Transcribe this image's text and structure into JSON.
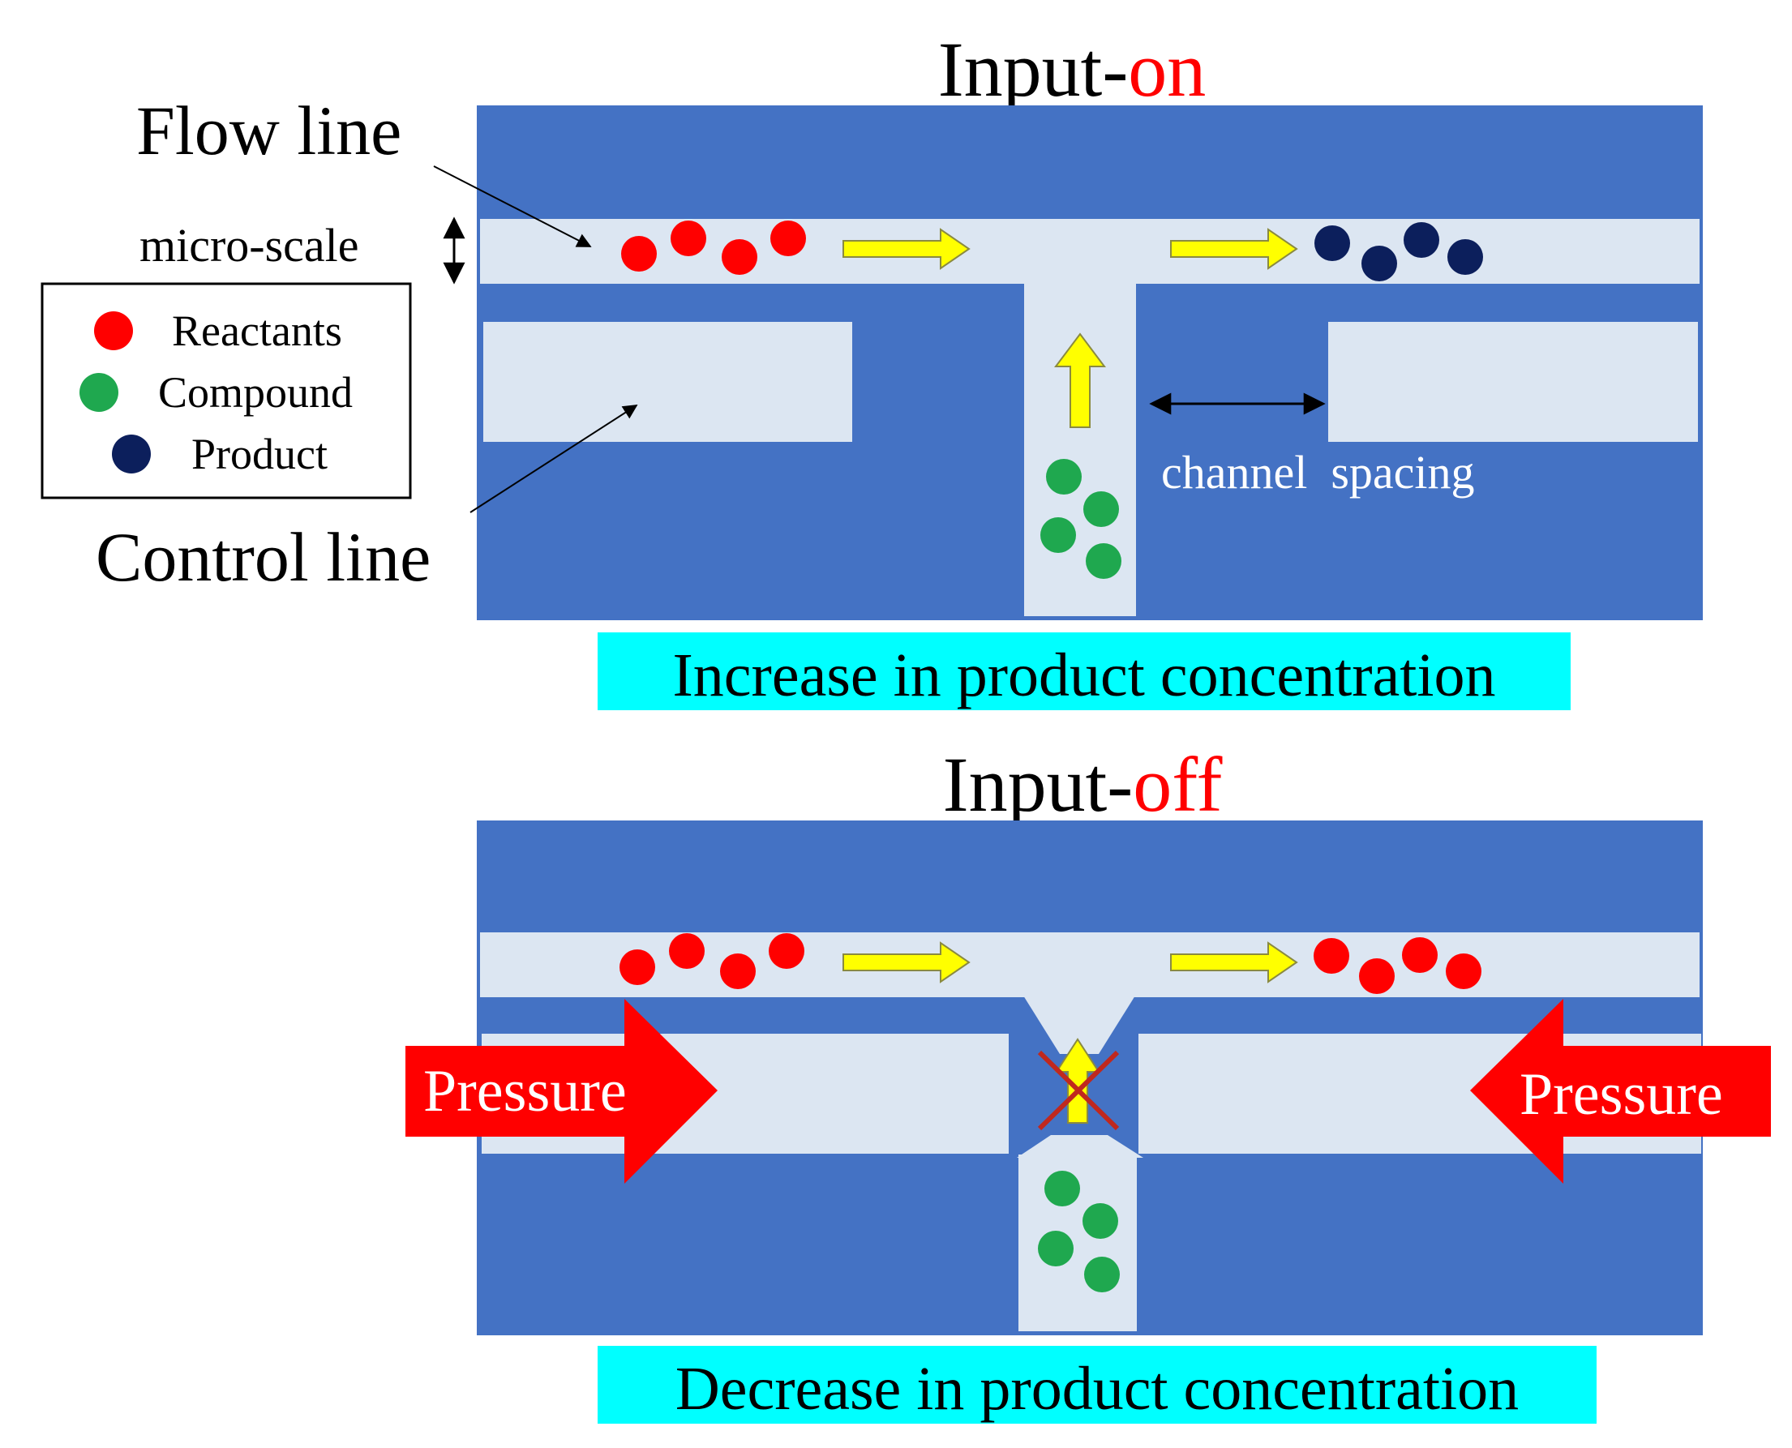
{
  "panel_on": {
    "title_prefix": "Input-",
    "title_state": "on",
    "caption": "Increase in product concentration"
  },
  "panel_off": {
    "title_prefix": "Input-",
    "title_state": "off",
    "caption": "Decrease in product concentration"
  },
  "labels": {
    "flow_line": "Flow line",
    "control_line": "Control line",
    "micro_scale": "micro-scale",
    "channel_spacing": "channel  spacing",
    "pressure_left": "Pressure",
    "pressure_right": "Pressure"
  },
  "legend": [
    {
      "label": "Reactants",
      "color": "#ff0000"
    },
    {
      "label": "Compound",
      "color": "#1fa84f"
    },
    {
      "label": "Product",
      "color": "#0c1f5c"
    }
  ],
  "colors": {
    "chip": "#4472c4",
    "channel": "#dce6f2",
    "reactant": "#ff0000",
    "compound": "#1fa84f",
    "product": "#0c1f5c",
    "flow_arrow": "#ffff00",
    "pressure_arrow": "#ff0000",
    "caption_bg": "#00ffff",
    "state_text": "#ff0000"
  }
}
